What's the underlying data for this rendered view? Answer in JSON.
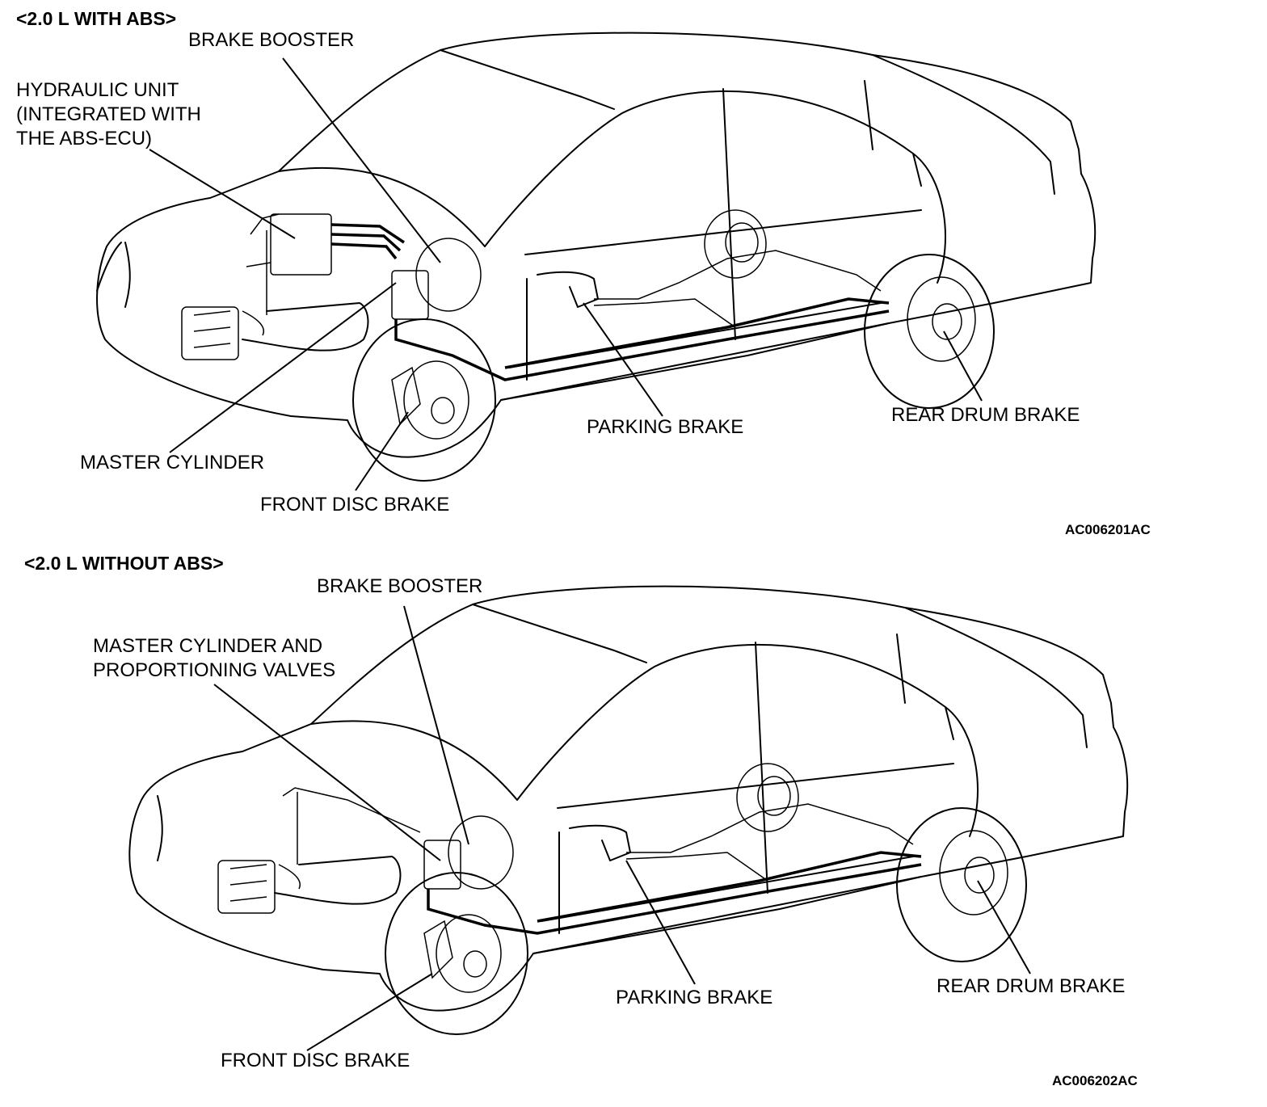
{
  "diagram_with_abs": {
    "header": "<2.0 L WITH ABS>",
    "labels": {
      "brake_booster": "BRAKE BOOSTER",
      "hydraulic_unit": [
        "HYDRAULIC UNIT",
        "(INTEGRATED WITH",
        "THE ABS-ECU)"
      ],
      "master_cylinder": "MASTER CYLINDER",
      "front_disc_brake": "FRONT DISC BRAKE",
      "parking_brake": "PARKING BRAKE",
      "rear_drum_brake": "REAR DRUM BRAKE"
    },
    "code": "AC006201AC"
  },
  "diagram_without_abs": {
    "header": "<2.0 L WITHOUT ABS>",
    "labels": {
      "brake_booster": "BRAKE BOOSTER",
      "master_cylinder_valves": [
        "MASTER CYLINDER AND",
        "PROPORTIONING VALVES"
      ],
      "front_disc_brake": "FRONT DISC BRAKE",
      "parking_brake": "PARKING BRAKE",
      "rear_drum_brake": "REAR DRUM BRAKE"
    },
    "code": "AC006202AC"
  }
}
